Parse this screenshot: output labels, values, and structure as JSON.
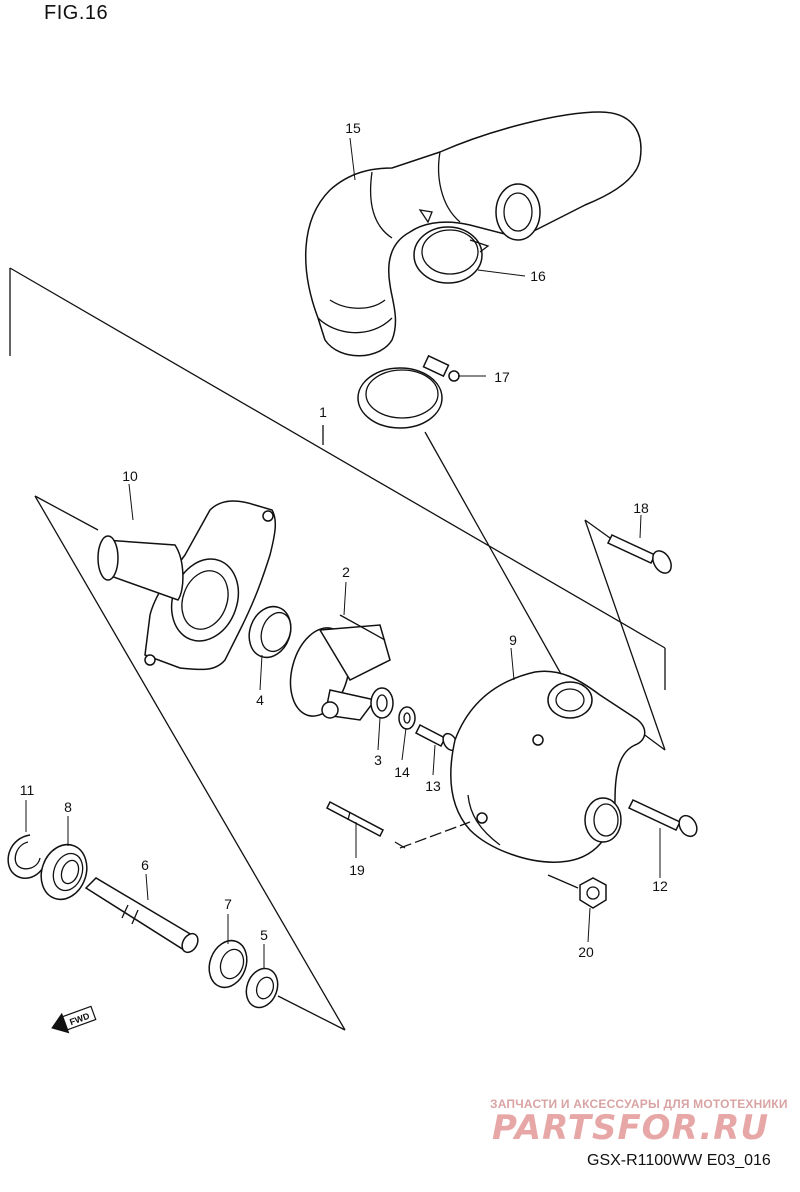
{
  "figure": {
    "title": "FIG.16"
  },
  "callouts": [
    {
      "id": "1",
      "text": "1"
    },
    {
      "id": "2",
      "text": "2"
    },
    {
      "id": "3",
      "text": "3"
    },
    {
      "id": "4",
      "text": "4"
    },
    {
      "id": "5",
      "text": "5"
    },
    {
      "id": "6",
      "text": "6"
    },
    {
      "id": "7",
      "text": "7"
    },
    {
      "id": "8",
      "text": "8"
    },
    {
      "id": "9",
      "text": "9"
    },
    {
      "id": "10",
      "text": "10"
    },
    {
      "id": "11",
      "text": "11"
    },
    {
      "id": "12",
      "text": "12"
    },
    {
      "id": "13",
      "text": "13"
    },
    {
      "id": "14",
      "text": "14"
    },
    {
      "id": "15",
      "text": "15"
    },
    {
      "id": "16",
      "text": "16"
    },
    {
      "id": "17",
      "text": "17"
    },
    {
      "id": "18",
      "text": "18"
    },
    {
      "id": "19",
      "text": "19"
    },
    {
      "id": "20",
      "text": "20"
    }
  ],
  "fwd_arrow": {
    "label": "FWD"
  },
  "watermark": {
    "tagline": "ЗАПЧАСТИ И АКСЕССУАРЫ ДЛЯ МОТОТЕХНИКИ",
    "brand": "PARTSFOR.RU",
    "color": "#e7a7a7"
  },
  "model_code": "GSX-R1100WW  E03_016"
}
